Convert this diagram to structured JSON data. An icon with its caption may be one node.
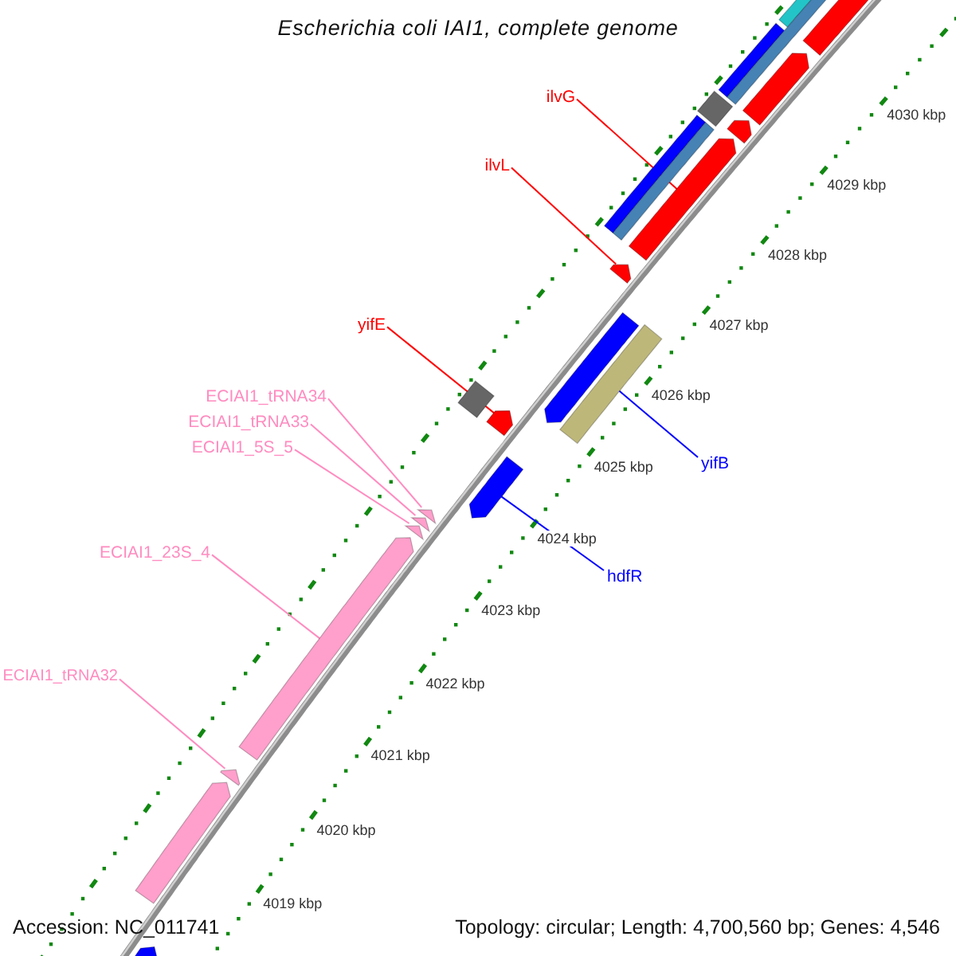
{
  "diagram": {
    "title": "Escherichia coli IAI1, complete genome",
    "nodes": [
      {
        "text": [
          "ilvG"
        ]
      },
      {
        "text": [
          "ilvL"
        ]
      },
      {
        "text": [
          "yifE"
        ]
      },
      {
        "text": [
          "ECIAI1_tRNA34"
        ]
      },
      {
        "text": [
          "ECIAI1_tRNA33"
        ]
      },
      {
        "text": [
          "ECIAI1_5S_5"
        ]
      },
      {
        "text": [
          "yifB"
        ]
      },
      {
        "text": [
          "ECIAI1_23S_4"
        ]
      },
      {
        "text": [
          "hdfR"
        ]
      },
      {
        "text": [
          "ECIAI1_tRNA32"
        ]
      },
      {
        "text": [],
        "shape": "bar"
      },
      {
        "text": [],
        "shape": "bar"
      },
      {
        "text": [],
        "shape": "bar"
      },
      {
        "text": [],
        "shape": "bar"
      },
      {
        "text": [],
        "shape": "box"
      },
      {
        "text": [],
        "shape": "arrow"
      },
      {
        "text": [],
        "shape": "arrow"
      },
      {
        "text": [],
        "shape": "arrow"
      },
      {
        "text": [],
        "shape": "bar"
      },
      {
        "text": [],
        "shape": "bar"
      },
      {
        "text": [],
        "shape": "arrow"
      },
      {
        "text": [],
        "shape": "arrow"
      },
      {
        "text": [],
        "shape": "bar"
      },
      {
        "text": [],
        "shape": "box"
      },
      {
        "text": [],
        "shape": "arrow"
      },
      {
        "text": [],
        "shape": "arrow"
      },
      {
        "text": [],
        "shape": "arrow"
      },
      {
        "text": [],
        "shape": "arrow"
      },
      {
        "text": [],
        "shape": "arrow"
      },
      {
        "text": [],
        "shape": "arrow"
      },
      {
        "text": [],
        "shape": "arrow"
      },
      {
        "text": [],
        "shape": "arrow"
      },
      {
        "text": [],
        "shape": "arrow"
      }
    ],
    "edges": [
      {
        "from": 0,
        "to": 17,
        "arrow": "none",
        "color": "#ff0000"
      },
      {
        "from": 1,
        "to": 20,
        "arrow": "none",
        "color": "#ff0000"
      },
      {
        "from": 2,
        "to": 24,
        "arrow": "none",
        "color": "#ff0000"
      },
      {
        "from": 3,
        "to": 26,
        "arrow": "none"
      },
      {
        "from": 4,
        "to": 27,
        "arrow": "none"
      },
      {
        "from": 5,
        "to": 28,
        "arrow": "none"
      },
      {
        "from": 6,
        "to": 22,
        "arrow": "none",
        "color": "#0000ff"
      },
      {
        "from": 7,
        "to": 29,
        "arrow": "none"
      },
      {
        "from": 8,
        "to": 25,
        "arrow": "none",
        "color": "#0000ff"
      },
      {
        "from": 9,
        "to": 30,
        "arrow": "none"
      }
    ],
    "labels": [
      "4030 kbp",
      "4029 kbp",
      "4028 kbp",
      "4027 kbp",
      "4026 kbp",
      "4025 kbp",
      "4024 kbp",
      "4023 kbp",
      "4022 kbp",
      "4021 kbp",
      "4020 kbp",
      "4019 kbp",
      "Accession: NC_011741",
      "Topology: circular; Length: 4,700,560 bp; Genes: 4,546"
    ]
  }
}
